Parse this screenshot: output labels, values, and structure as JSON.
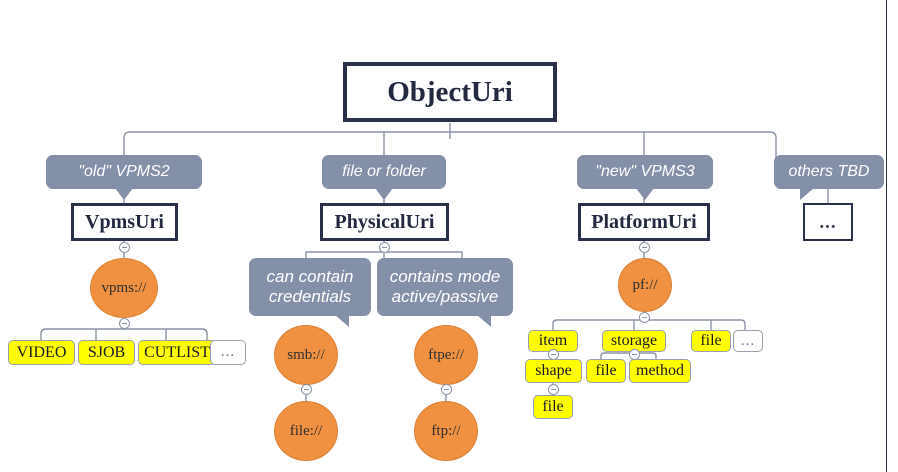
{
  "diagram": {
    "title": "ObjectUri",
    "colors": {
      "box_border": "#2a3047",
      "callout_fill": "#848fa8",
      "ellipse_fill": "#ef9140",
      "leaf_fill": "#ffff00",
      "connector": "#8b93a6",
      "background": "#ffffff"
    }
  },
  "root": {
    "label": "ObjectUri"
  },
  "branches": [
    {
      "callout": "\"old\" VPMS2",
      "class": "VpmsUri",
      "scheme": "vpms://",
      "leaves": [
        "VIDEO",
        "SJOB",
        "CUTLIST",
        "..."
      ]
    },
    {
      "callout": "file or folder",
      "class": "PhysicalUri",
      "notes": [
        {
          "line1": "can contain",
          "line2": "credentials"
        },
        {
          "line1": "contains mode",
          "line2": "active/passive"
        }
      ],
      "schemes": [
        {
          "parent": "smb://",
          "child": "file://"
        },
        {
          "parent": "ftpe://",
          "child": "ftp://"
        }
      ]
    },
    {
      "callout": "\"new\" VPMS3",
      "class": "PlatformUri",
      "scheme": "pf://",
      "leaves": [
        "item",
        "storage",
        "file",
        "..."
      ],
      "sub": {
        "item": [
          "shape"
        ],
        "shape": [
          "file"
        ],
        "storage": [
          "file",
          "method"
        ]
      }
    },
    {
      "callout": "others TBD",
      "class": "..."
    }
  ],
  "labels": {
    "vpms_scheme": "vpms://",
    "pf_scheme": "pf://",
    "smb_scheme": "smb://",
    "smb_child": "file://",
    "ftpe_scheme": "ftpe://",
    "ftpe_child": "ftp://",
    "leaf_video": "VIDEO",
    "leaf_sjob": "SJOB",
    "leaf_cutlist": "CUTLIST",
    "leaf_vpms_more": "...",
    "leaf_item": "item",
    "leaf_storage": "storage",
    "leaf_file_top": "file",
    "leaf_pf_more": "...",
    "leaf_shape": "shape",
    "leaf_file_storage": "file",
    "leaf_method": "method",
    "leaf_file_shape": "file",
    "note_a_l1": "can contain",
    "note_a_l2": "credentials",
    "note_b_l1": "contains mode",
    "note_b_l2": "active/passive",
    "callout_old": "\"old\" VPMS2",
    "callout_fileorfolder": "file or folder",
    "callout_new": "\"new\" VPMS3",
    "callout_others": "others TBD",
    "class_vpms": "VpmsUri",
    "class_physical": "PhysicalUri",
    "class_platform": "PlatformUri",
    "class_others": "...",
    "root_title": "ObjectUri"
  }
}
